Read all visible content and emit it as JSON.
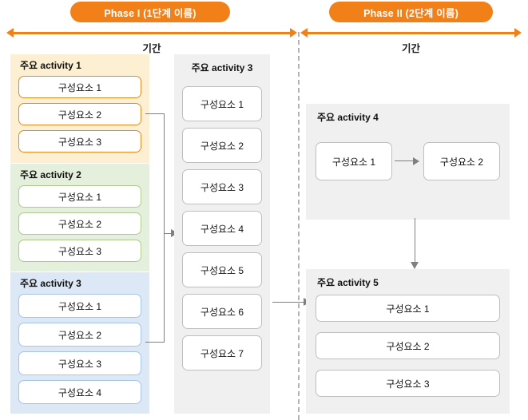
{
  "phases": [
    {
      "pill_label": "Phase I (1단계 이름)",
      "period_label": "기간"
    },
    {
      "pill_label": "Phase II (2단계 이름)",
      "period_label": "기간"
    }
  ],
  "colors": {
    "accent_orange": "#F28019",
    "group1_bg": "#FDEFD2",
    "group1_border": "#E98A20",
    "group2_bg": "#E5F0DC",
    "group2_border": "#AECB8F",
    "group3_bg": "#DCE8F6",
    "group3_border": "#A8C4E4",
    "gray_bg": "#F0F0F0",
    "gray_border": "#BFBFBF",
    "connector": "#808080",
    "divider": "#B3B3B3"
  },
  "groups": {
    "activity1": {
      "title": "주요 activity 1",
      "components": [
        "구성요소 1",
        "구성요소 2",
        "구성요소 3"
      ]
    },
    "activity2": {
      "title": "주요 activity 2",
      "components": [
        "구성요소 1",
        "구성요소 2",
        "구성요소 3"
      ]
    },
    "activity3_left": {
      "title": "주요 activity 3",
      "components": [
        "구성요소 1",
        "구성요소 2",
        "구성요소 3",
        "구성요소 4"
      ]
    },
    "activity3_mid": {
      "title": "주요 activity 3",
      "components": [
        "구성요소 1",
        "구성요소 2",
        "구성요소 3",
        "구성요소 4",
        "구성요소 5",
        "구성요소 6",
        "구성요소 7"
      ]
    },
    "activity4": {
      "title": "주요 activity 4",
      "components": [
        "구성요소 1",
        "구성요소 2"
      ]
    },
    "activity5": {
      "title": "주요 activity 5",
      "components": [
        "구성요소 1",
        "구성요소 2",
        "구성요소 3"
      ]
    }
  }
}
